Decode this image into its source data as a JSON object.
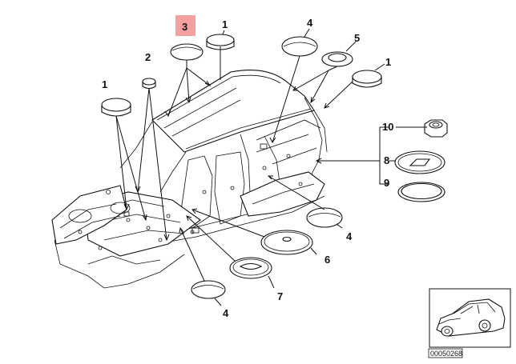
{
  "callouts": {
    "c3": "3",
    "c1_top": "1",
    "c4_top": "4",
    "c5": "5",
    "c1_right": "1",
    "c2": "2",
    "c1_left": "1",
    "c10": "10",
    "c8": "8",
    "c9": "9",
    "c4_mid": "4",
    "c6": "6",
    "c7": "7",
    "c4_bottom": "4"
  },
  "highlight_color": "#f4a0a0",
  "thumbnail": {
    "reference_number": "00050268"
  }
}
